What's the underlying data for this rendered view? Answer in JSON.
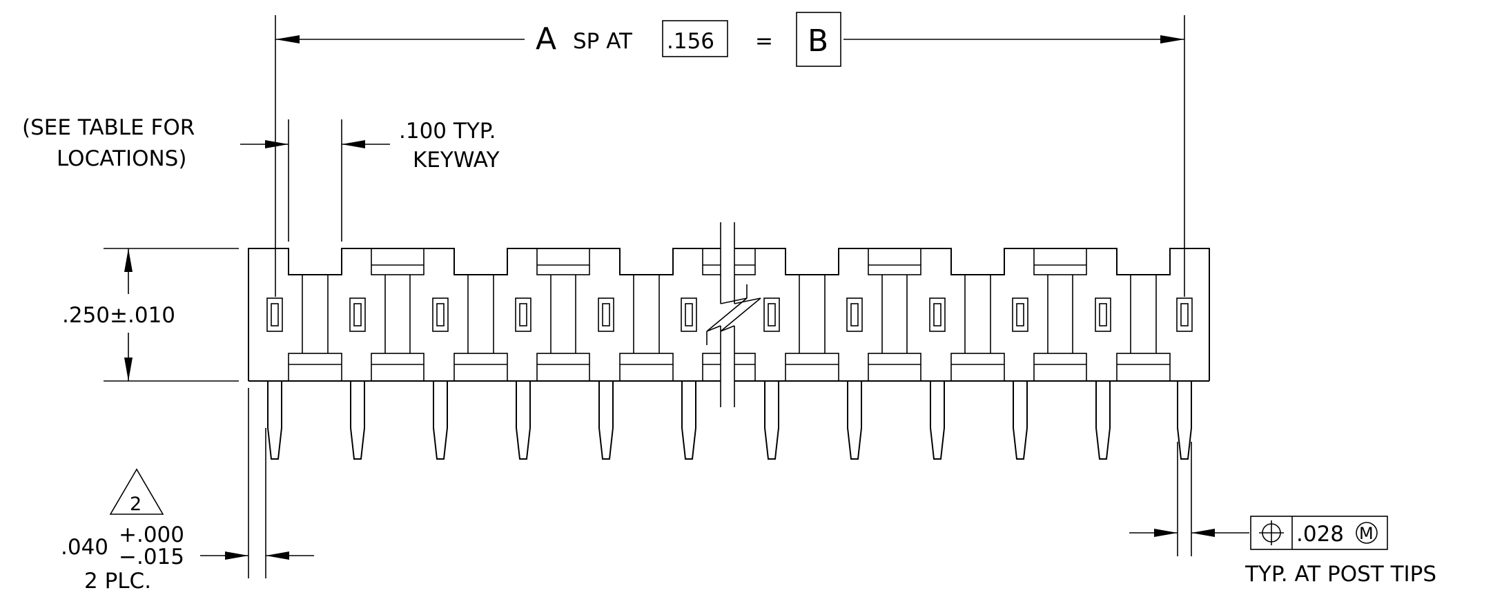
{
  "connector": {
    "pin_count_shown": 12,
    "break_after_pin": 6
  },
  "labels": {
    "overall_a": "A",
    "overall_sp_at": "SP AT",
    "pitch_value": ".156",
    "equals": "=",
    "overall_b": "B",
    "see_table_line1": "(SEE TABLE FOR",
    "see_table_line2": "LOCATIONS)",
    "keyway_dim": ".100 TYP.",
    "keyway_label": "KEYWAY",
    "height_dim": ".250±.010",
    "note_number": "2",
    "pin_width_base": ".040",
    "pin_tol_plus": "+.000",
    "pin_tol_minus": "−.015",
    "pin_places": "2 PLC.",
    "position_tol": ".028",
    "mmc_symbol": "M",
    "post_tips_note": "TYP. AT POST TIPS"
  }
}
